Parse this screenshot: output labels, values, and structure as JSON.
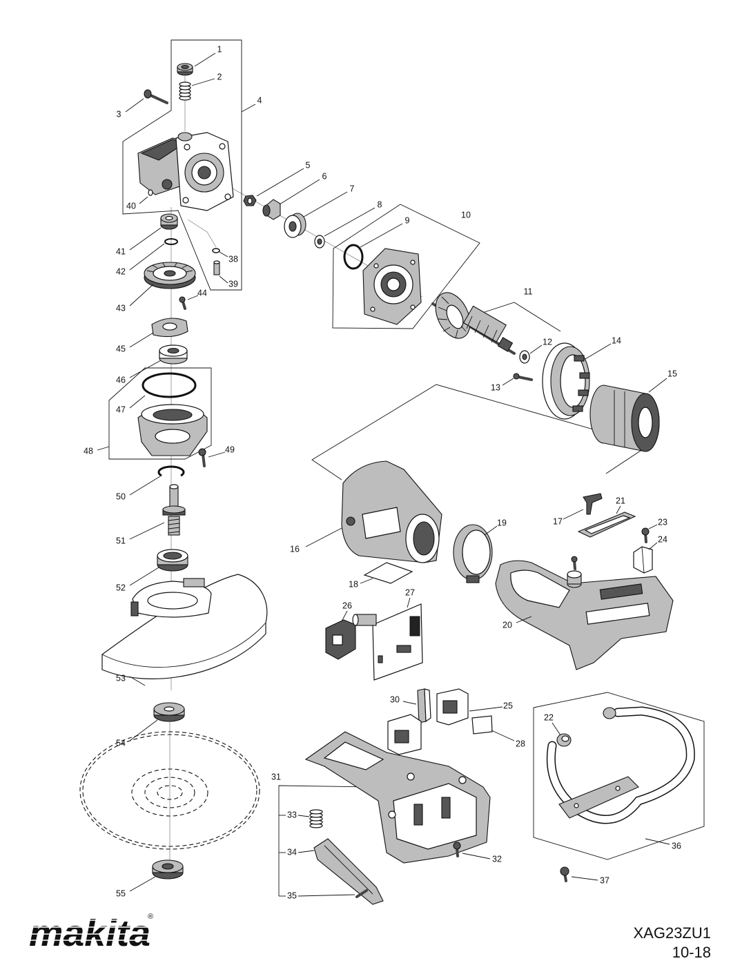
{
  "diagram": {
    "labels": {
      "1": "1",
      "2": "2",
      "3": "3",
      "4": "4",
      "5": "5",
      "6": "6",
      "7": "7",
      "8": "8",
      "9": "9",
      "10": "10",
      "11": "11",
      "12": "12",
      "13": "13",
      "14": "14",
      "15": "15",
      "16": "16",
      "17": "17",
      "18": "18",
      "19": "19",
      "20": "20",
      "21": "21",
      "22": "22",
      "23": "23",
      "24": "24",
      "25": "25",
      "26": "26",
      "27": "27",
      "28": "28",
      "30": "30",
      "31": "31",
      "32": "32",
      "33": "33",
      "34": "34",
      "35": "35",
      "36": "36",
      "37": "37",
      "38": "38",
      "39": "39",
      "40": "40",
      "41": "41",
      "42": "42",
      "43": "43",
      "44": "44",
      "45": "45",
      "46": "46",
      "47": "47",
      "48": "48",
      "49": "49",
      "50": "50",
      "51": "51",
      "52": "52",
      "53": "53",
      "54": "54",
      "55": "55"
    }
  },
  "footer": {
    "model": "XAG23ZU1",
    "date": "10-18"
  },
  "logo": {
    "text": "makita",
    "registered": "®"
  },
  "colors": {
    "line": "#111111",
    "fill_light": "#ffffff",
    "fill_mid": "#bdbdbd",
    "fill_dark": "#555555"
  }
}
